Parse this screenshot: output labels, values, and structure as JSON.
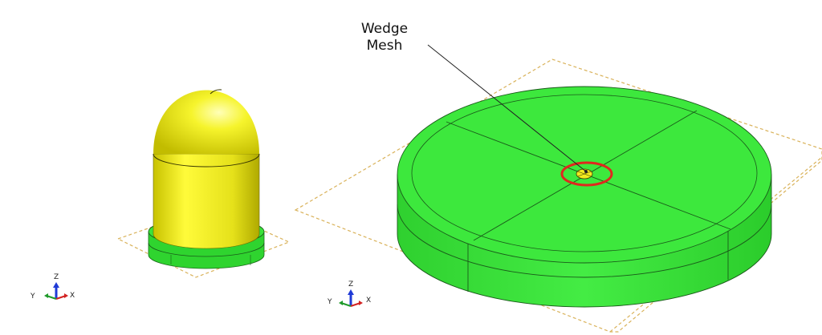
{
  "annotation": {
    "line1": "Wedge",
    "line2": "Mesh"
  },
  "triads": [
    {
      "z": "Z",
      "y": "Y",
      "x": "X"
    },
    {
      "z": "Z",
      "y": "Y",
      "x": "X"
    }
  ],
  "colors": {
    "background": "#ffffff",
    "disk_green": "#33e633",
    "punch_yellow": "#ecec1c",
    "highlight_circle": "#e0281e",
    "datum_dashed": "#d9b25a",
    "triad_z": "#1f3ad6",
    "triad_x": "#d22222",
    "triad_y": "#1f9a2a"
  },
  "icons": [
    "triad-axes-icon"
  ]
}
